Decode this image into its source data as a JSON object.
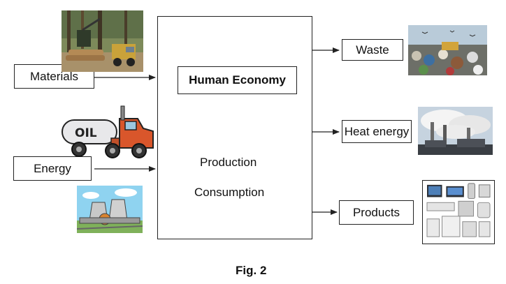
{
  "diagram": {
    "center_title": "Human Economy",
    "inputs": [
      "Materials",
      "Energy"
    ],
    "outputs": [
      "Waste",
      "Heat energy",
      "Products"
    ],
    "cycle": [
      "Production",
      "Consumption"
    ],
    "caption": "Fig. 2",
    "truck_label": "OIL"
  },
  "icons": {
    "logging": "logging-truck-photo-icon",
    "oil_truck": "oil-tanker-truck-icon",
    "power_plant": "nuclear-power-plant-icon",
    "landfill": "landfill-waste-photo-icon",
    "factory_smoke": "smokestack-factory-photo-icon",
    "appliances": "consumer-appliances-photo-icon"
  }
}
